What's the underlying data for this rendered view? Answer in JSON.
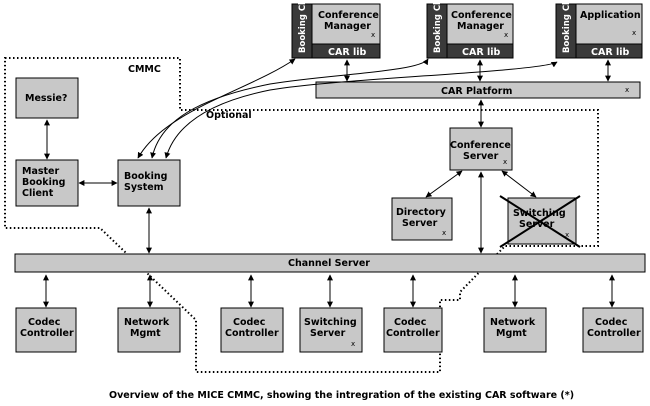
{
  "diagram": {
    "region_label": "CMMC",
    "optional_label": "Optional",
    "top_clients": [
      {
        "booking_label": "Booking Client",
        "app_label": "Conference Manager",
        "lib_label": "CAR lib",
        "mark": "x"
      },
      {
        "booking_label": "Booking Client",
        "app_label": "Conference Manager",
        "lib_label": "CAR lib",
        "mark": "x"
      },
      {
        "booking_label": "Booking Client",
        "app_label": "Application",
        "lib_label": "CAR lib",
        "mark": "x"
      }
    ],
    "car_platform": {
      "label": "CAR Platform",
      "mark": "x"
    },
    "messie": {
      "label": "Messie?"
    },
    "master_booking_client": {
      "label": "Master Booking Client"
    },
    "booking_system": {
      "label": "Booking System"
    },
    "conference_server": {
      "label": "Conference Server",
      "mark": "x"
    },
    "directory_server": {
      "label": "Directory Server",
      "mark": "x"
    },
    "switching_server_crossed": {
      "label": "Switching Server",
      "mark": "x"
    },
    "channel_server": {
      "label": "Channel Server"
    },
    "bottom_nodes": [
      {
        "label": "Codec Controller"
      },
      {
        "label": "Network Mgmt"
      },
      {
        "label": "Codec Controller"
      },
      {
        "label": "Switching Server",
        "mark": "x"
      },
      {
        "label": "Codec Controller"
      },
      {
        "label": "Network Mgmt"
      },
      {
        "label": "Codec Controller"
      }
    ],
    "caption": "Overview of the MICE CMMC, showing the intregration of the existing CAR software (*)"
  }
}
